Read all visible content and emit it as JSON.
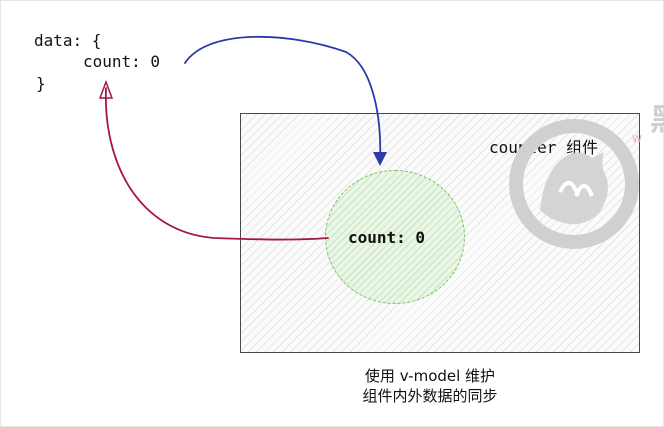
{
  "code": {
    "line_1": "data: {",
    "line_2": "count: 0",
    "line_3": "}"
  },
  "component": {
    "label": "counter 组件",
    "inner_state": "count: 0"
  },
  "caption": {
    "line_1": "使用 v-model 维护",
    "line_2": "组件内外数据的同步"
  },
  "colors": {
    "down_arrow": "#2b3aa6",
    "up_arrow": "#a3174c",
    "circle_border": "#7ac16b",
    "circle_fill": "#eaf6e6",
    "box_border": "#4a4a4a",
    "watermark": "#cccccc",
    "watermark_accent": "#e8a9a9"
  },
  "icons": {
    "watermark": "horse-head-logo-icon"
  }
}
